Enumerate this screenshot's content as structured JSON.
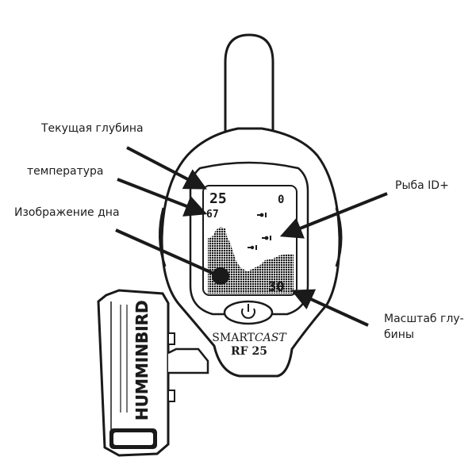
{
  "labels": {
    "current_depth": "Текущая глубина",
    "temperature": "температура",
    "bottom_image": "Изображение дна",
    "fish_id": "Рыба ID+",
    "depth_scale_line1": "Масштаб глу-",
    "depth_scale_line2": "бины"
  },
  "display": {
    "depth_value": "25",
    "temperature_value": "67",
    "zero_value": "0",
    "scale_value": "30"
  },
  "device": {
    "brand": "HUMMINBIRD",
    "model_line1_a": "SMART",
    "model_line1_b": "CAST",
    "model_line2": "RF 25"
  },
  "icons": {
    "power": "power-icon",
    "fish": "fish-icon"
  }
}
